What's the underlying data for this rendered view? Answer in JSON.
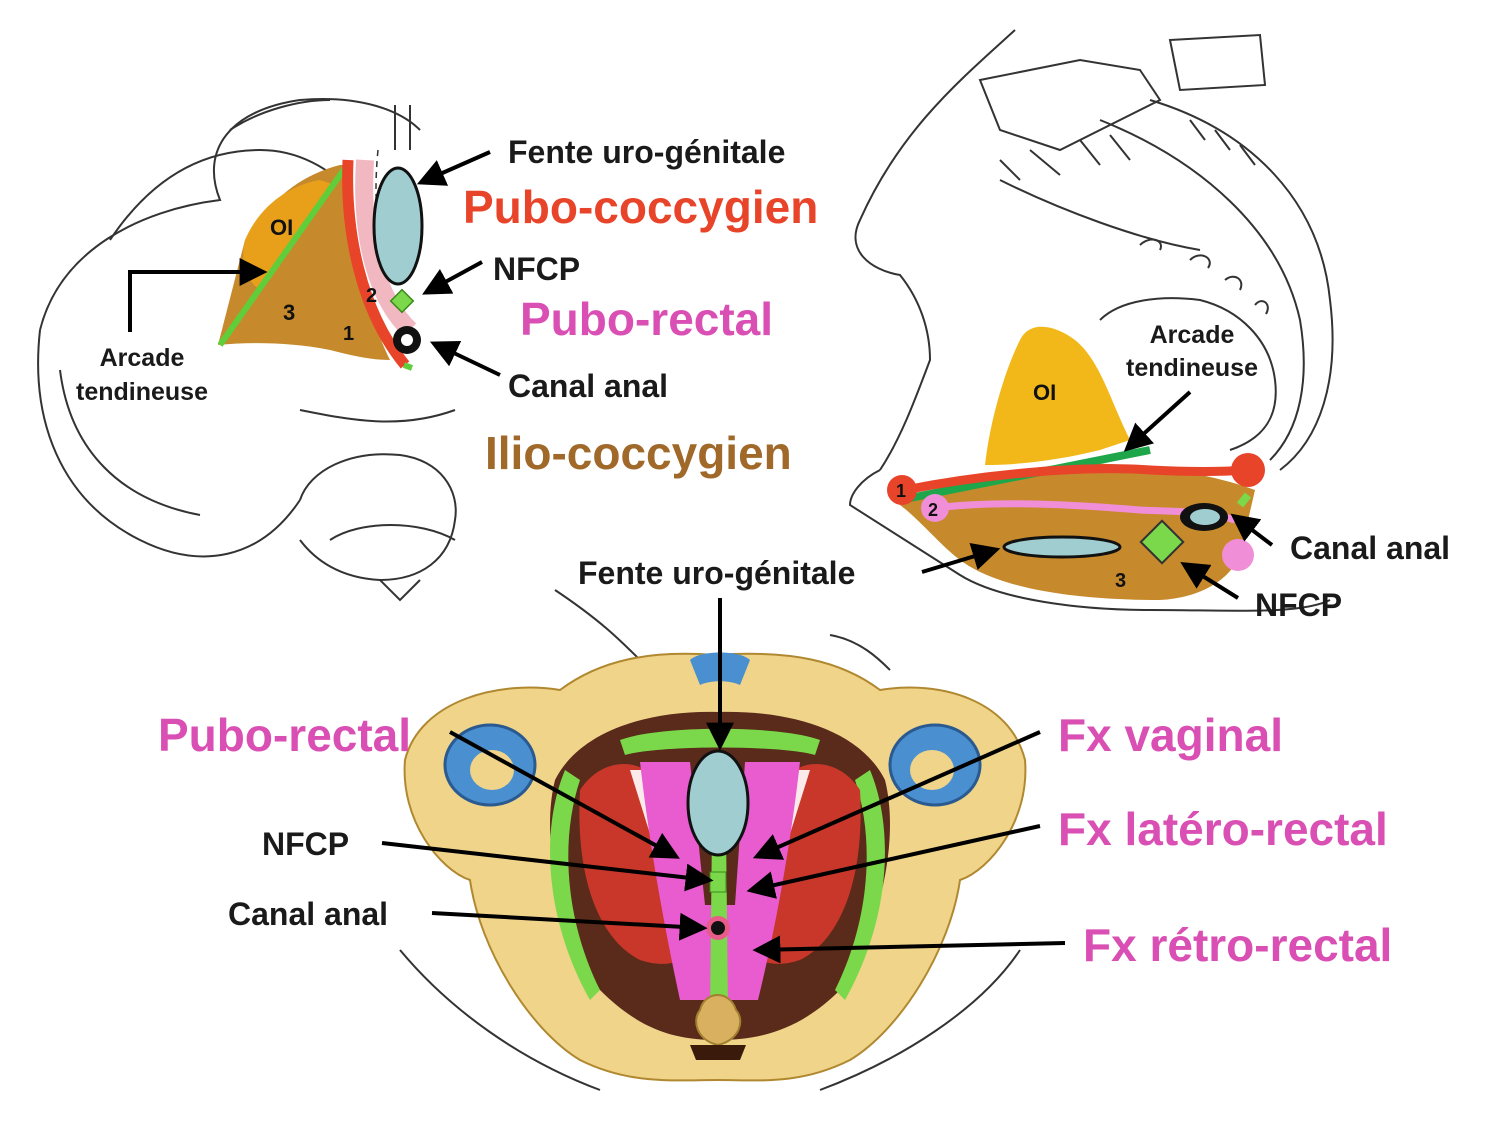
{
  "colors": {
    "pubo_coccygien": "#e8442a",
    "pubo_rectal": "#d94fb3",
    "ilio_coccygien": "#a0692a",
    "obturator": "#e8a01a",
    "arcade": "#5fce3a",
    "opening_fill": "#9fcdd0",
    "bone": "#efd48a",
    "muscle_red": "#c8372a"
  },
  "top_left": {
    "label_fente": "Fente uro-génitale",
    "label_pubo_coccygien": "Pubo-coccygien",
    "label_nfcp": "NFCP",
    "label_pubo_rectal": "Pubo-rectal",
    "label_canal": "Canal anal",
    "label_ilio": "Ilio-coccygien",
    "label_arcade_1": "Arcade",
    "label_arcade_2": "tendineuse",
    "label_oi": "OI",
    "num_1": "1",
    "num_2": "2",
    "num_3": "3"
  },
  "top_right": {
    "label_arcade_1": "Arcade",
    "label_arcade_2": "tendineuse",
    "label_oi": "OI",
    "label_canal": "Canal anal",
    "label_nfcp": "NFCP",
    "num_1": "1",
    "num_2": "2",
    "num_3": "3"
  },
  "bottom": {
    "label_fente": "Fente uro-génitale",
    "label_pubo_rectal": "Pubo-rectal",
    "label_nfcp": "NFCP",
    "label_canal": "Canal anal",
    "label_fx_vaginal": "Fx vaginal",
    "label_fx_latero": "Fx latéro-rectal",
    "label_fx_retro": "Fx rétro-rectal"
  }
}
